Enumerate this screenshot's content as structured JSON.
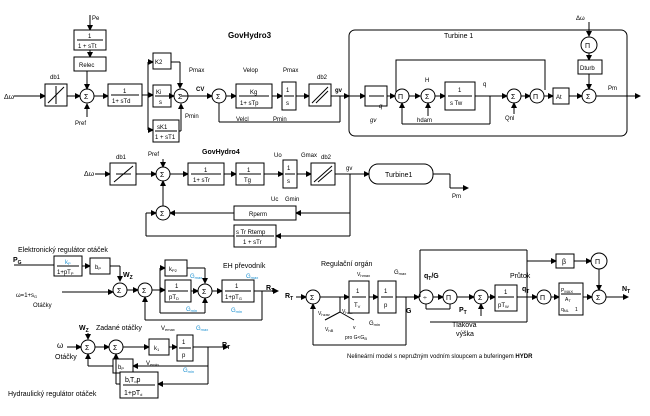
{
  "colors": {
    "line": "#000000",
    "accent": "#1a8fd0",
    "background": "#ffffff"
  },
  "gov3": {
    "title": "GovHydro3",
    "dw": "Δω",
    "db1": "db1",
    "pe": "Pe",
    "tt": "1 + sTt",
    "one": "1",
    "relec": "Relec",
    "pref": "Pref",
    "td": "1+ sTd",
    "k2": "K2",
    "ki": "Ki",
    "s": "s",
    "sk1": "sK1",
    "t1": "1 + sT1",
    "pmax": "Pmax",
    "pmin": "Pmin",
    "cv": "CV",
    "velop": "Velop",
    "velcl": "Velcl",
    "kg": "Kg",
    "tp": "1+ sTp",
    "pmax2": "Pmax",
    "pmin2": "Pmin",
    "db2": "db2",
    "gv": "gv",
    "turbine": "Turbine 1",
    "dw2": "Δω",
    "pi": "Π",
    "dturb": "Dturb",
    "h": "H",
    "q": "q",
    "q2": "q",
    "gv2": "gv",
    "hdam": "hdam",
    "stw": "s Tw",
    "qnl": "Qnl",
    "at": "At",
    "pm": "Pm"
  },
  "gov4": {
    "title": "GovHydro4",
    "dw": "Δω",
    "db1": "db1",
    "pref": "Pref",
    "tr": "1+ sTr",
    "tg": "Tg",
    "uo": "Uo",
    "uc": "Uc",
    "gmax": "Gmax",
    "gmin": "Gmin",
    "db2": "db2",
    "gv": "gv",
    "turbine": "Turbine1",
    "pm": "Pm",
    "rperm": "Rperm",
    "strr": "s Tr Rtemp",
    "str2": "1 + sTr",
    "one": "1",
    "s": "s"
  },
  "eh": {
    "title": "Elektronický regulátor otáček",
    "pg": "P",
    "pg_sub": "G",
    "kp": "k",
    "kp_sub": "P",
    "tp": "1+pT",
    "tp_sub": "P",
    "bp": "b",
    "bp_sub": "P",
    "omega": "ω=1+s",
    "omega_sub": "G",
    "otacky": "Otáčky",
    "wz": "W",
    "wz_sub": "Z",
    "kp2": "k",
    "kp2_sub": "P2",
    "ptd": "pT",
    "ptd_sub": "D",
    "one": "1",
    "evtitle": "EH převodník",
    "gmax": "G",
    "gmax_sub": "max",
    "gmin": "G",
    "gmin_sub": "min",
    "tg": "1+pT",
    "tg_sub": "G",
    "rt": "R",
    "rt_sub": "T"
  },
  "hyd": {
    "title": "Hydraulický regulátor otáček",
    "wz": "W",
    "wz_sub": "Z",
    "zadane": "Zadané otáčky",
    "omega": "ω",
    "otacky": "Otáčky",
    "vemax": "V",
    "vemax_sub": "emax",
    "vemin": "V",
    "vemin_sub": "emin",
    "gmax": "G",
    "gmax_sub": "max",
    "gmin": "G",
    "gmin_sub": "min",
    "k1": "k",
    "k1_sub": "1",
    "one": "1",
    "p": "p",
    "rt": "R",
    "rt_sub": "T",
    "bp": "b",
    "bp_sub": "P",
    "btp": "b",
    "btp_mid": "t",
    "btp_t": "T",
    "btp_d": "d",
    "btp_p": "p",
    "ptd": "1+pT",
    "ptd_sub": "d"
  },
  "nl": {
    "title": "Regulační orgán",
    "rt": "R",
    "rt_sub": "T",
    "vhmax": "V",
    "vhmax_sub": "hmax",
    "gmax": "G",
    "gmax_sub": "max",
    "gmin": "G",
    "gmin_sub": "min",
    "vhotv": "V",
    "vhotv_sub": "hotv",
    "vhzav": "V",
    "vhzav_sub": "hzav",
    "v": "v",
    "g": "G",
    "pro": "pro G<G",
    "pro_sub": "B",
    "v0": "V",
    "v0_sub": "hB",
    "one": "1",
    "tv": "T",
    "tv_sub": "V",
    "p": "p",
    "qt": "q",
    "qt_sub": "T",
    "g2": "G",
    "pi": "Π",
    "pt": "P",
    "pt_sub": "T",
    "tlak": "Tlaková",
    "vyska": "výška",
    "ptw": "pT",
    "ptw_sub": "W",
    "prutok": "Průtok",
    "qt2": "q",
    "qt2_sub": "T",
    "beta": "β",
    "pmax": "P",
    "pmax_sub": "MAX",
    "at": "A",
    "at_sub": "T",
    "qnl": "q",
    "qnl_sub": "NL",
    "nt": "N",
    "nt_sub": "T",
    "caption": "Nelineární model s nepružným vodním sloupcem a buferingem",
    "caption_bold": "HYDR"
  }
}
